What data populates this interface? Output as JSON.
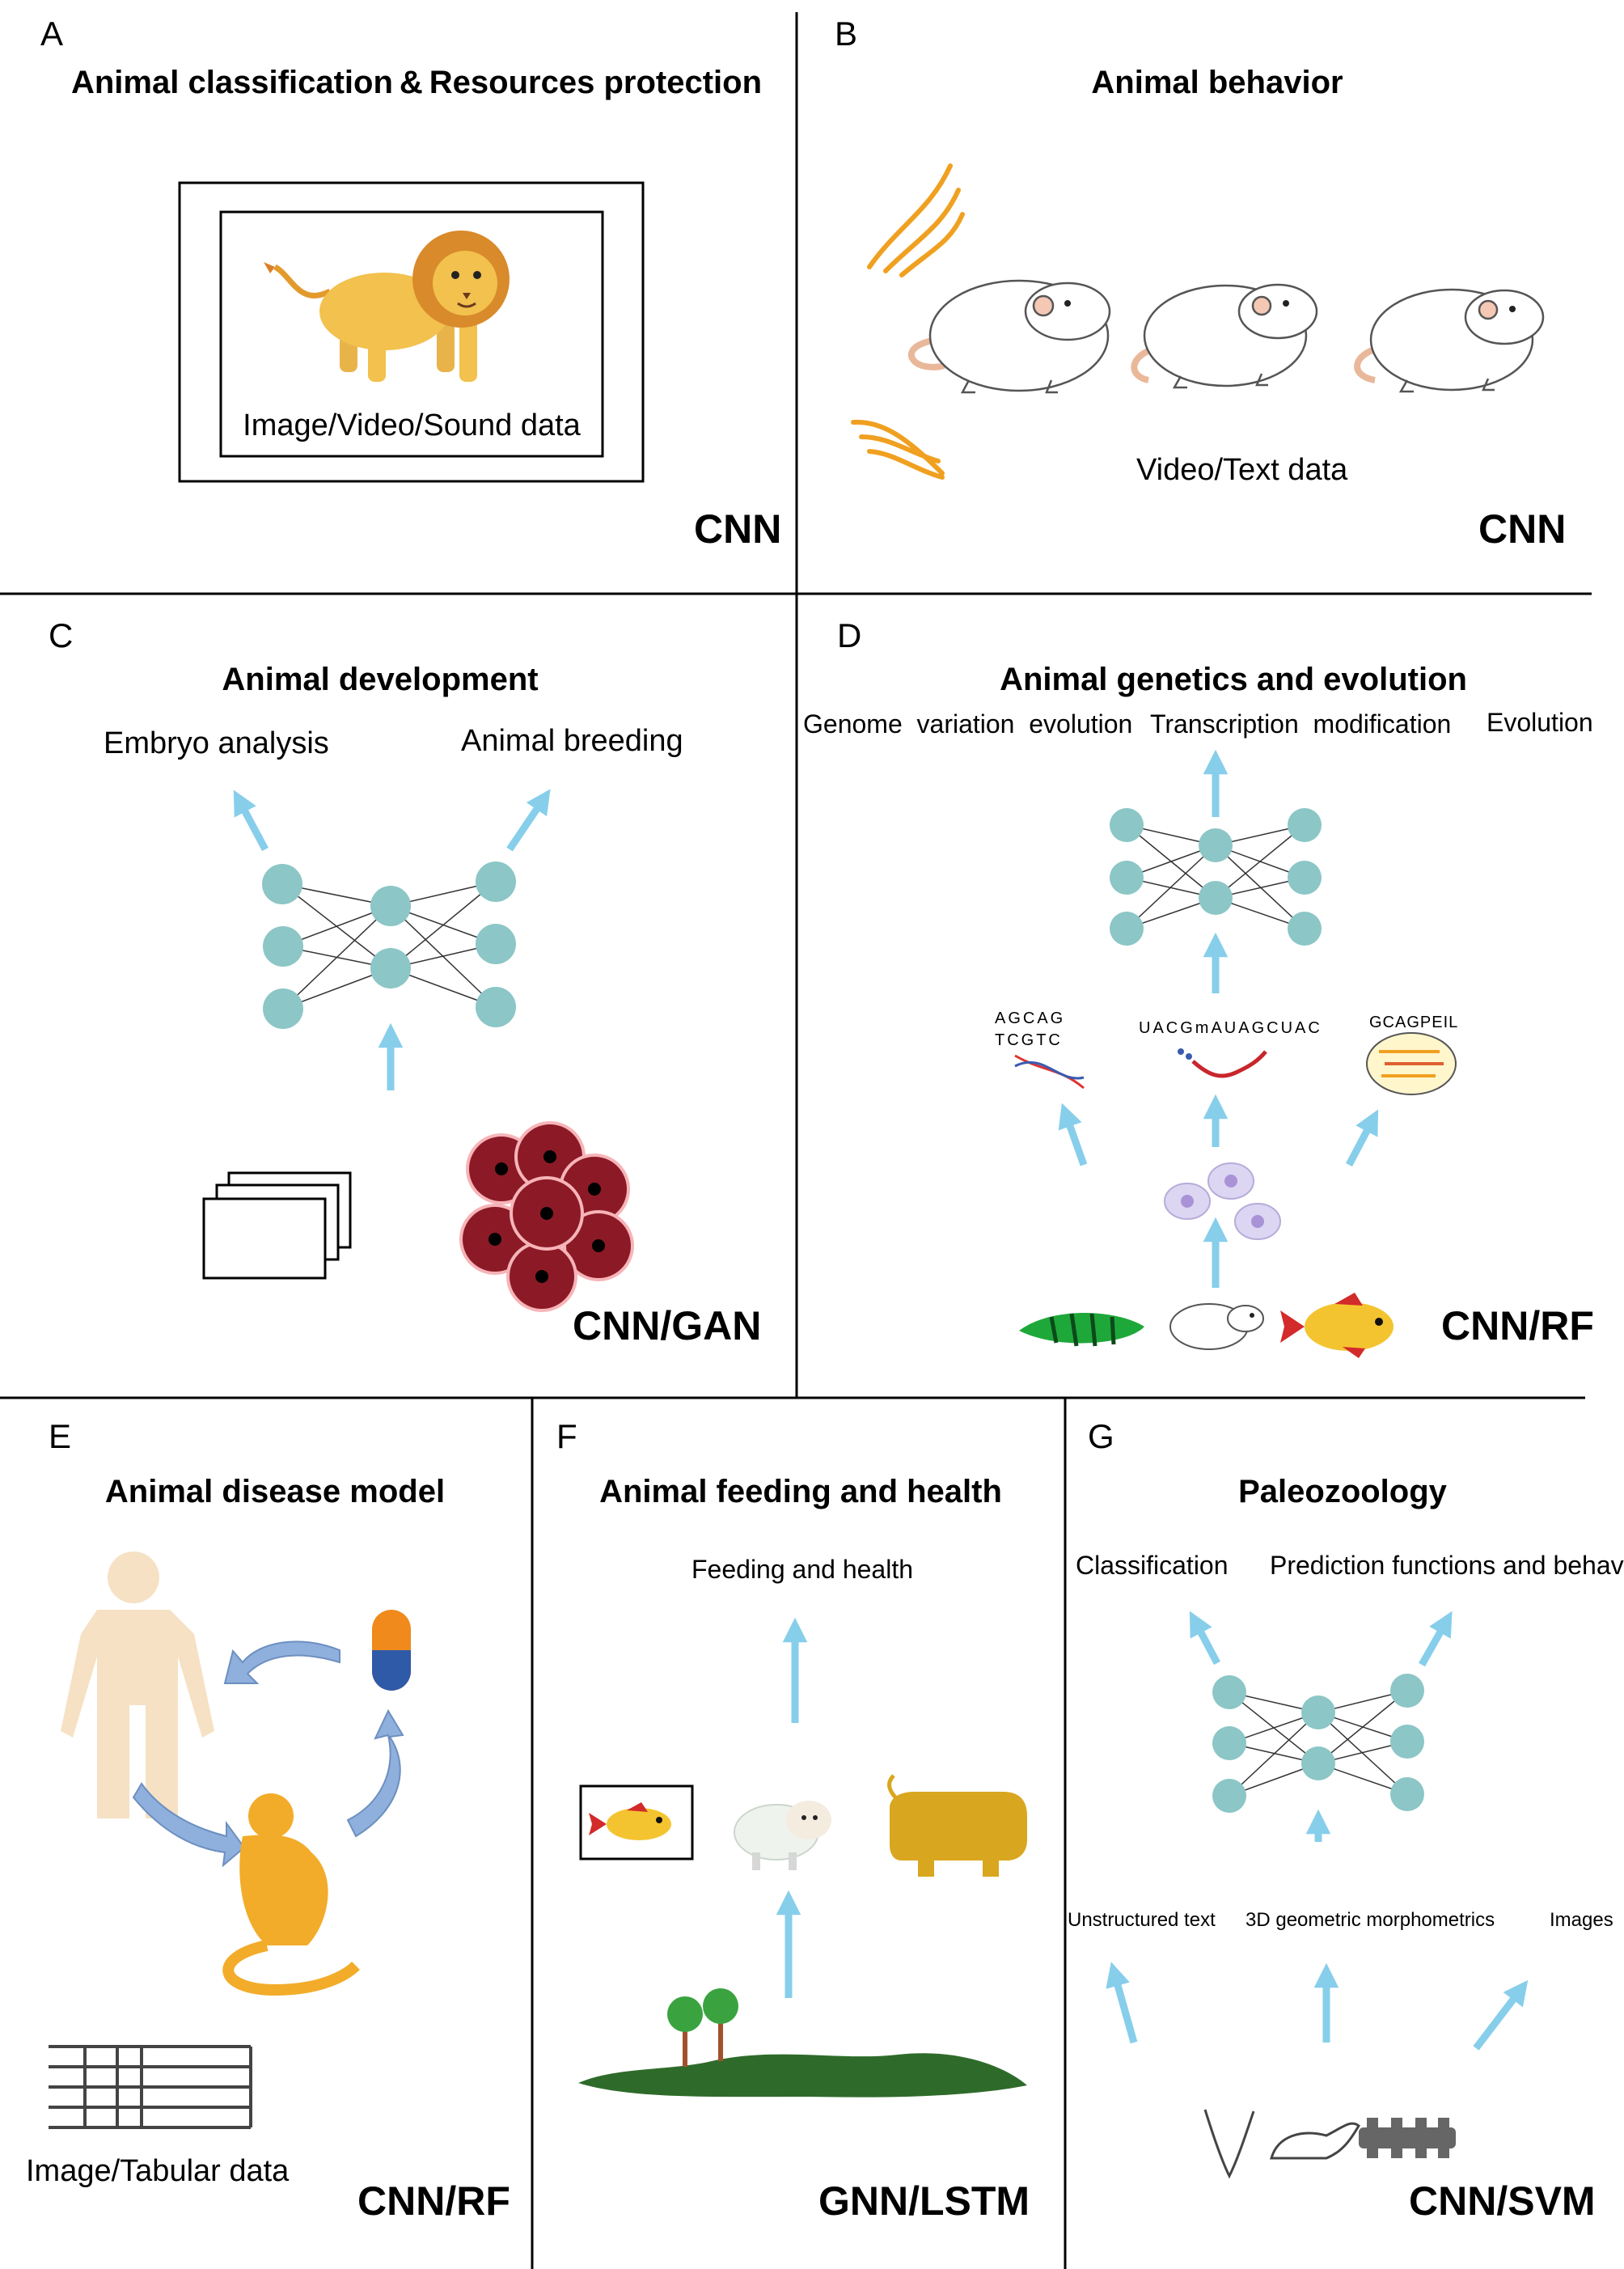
{
  "panels": {
    "a": {
      "letter": "A",
      "title": "Animal classification & Resources protection",
      "data_label": "Image/Video/Sound data",
      "model": "CNN"
    },
    "b": {
      "letter": "B",
      "title": "Animal behavior",
      "data_label": "Video/Text data",
      "model": "CNN"
    },
    "c": {
      "letter": "C",
      "title": "Animal development",
      "output_left": "Embryo analysis",
      "output_right": "Animal breeding",
      "model": "CNN/GAN"
    },
    "d": {
      "letter": "D",
      "title": "Animal genetics and evolution",
      "output_1": "Genome  variation  evolution",
      "output_2": "Transcription  modification",
      "output_3": "Evolution",
      "seq_dna_top": "AGCAG",
      "seq_dna_bottom": "TCGTC",
      "seq_rna": "UACGmAUAGCUAC",
      "seq_protein": "GCAGPEIL",
      "model": "CNN/RF"
    },
    "e": {
      "letter": "E",
      "title": "Animal disease model",
      "data_label": "Image/Tabular data",
      "model": "CNN/RF"
    },
    "f": {
      "letter": "F",
      "title": "Animal feeding and health",
      "output": "Feeding and health",
      "model": "GNN/LSTM"
    },
    "g": {
      "letter": "G",
      "title": "Paleozoology",
      "output_left": "Classification",
      "output_right": "Prediction functions and behaviors",
      "input_1": "Unstructured text",
      "input_2": "3D geometric morphometrics",
      "input_3": "Images",
      "model": "CNN/SVM"
    }
  },
  "colors": {
    "arrow": "#87ceeb",
    "node": "#8cc6c6",
    "orange": "#f0a020",
    "cell": "#8b1a26",
    "lion": "#f2c14e",
    "monkey": "#f2ac2a",
    "grass": "#2e6b2a"
  }
}
